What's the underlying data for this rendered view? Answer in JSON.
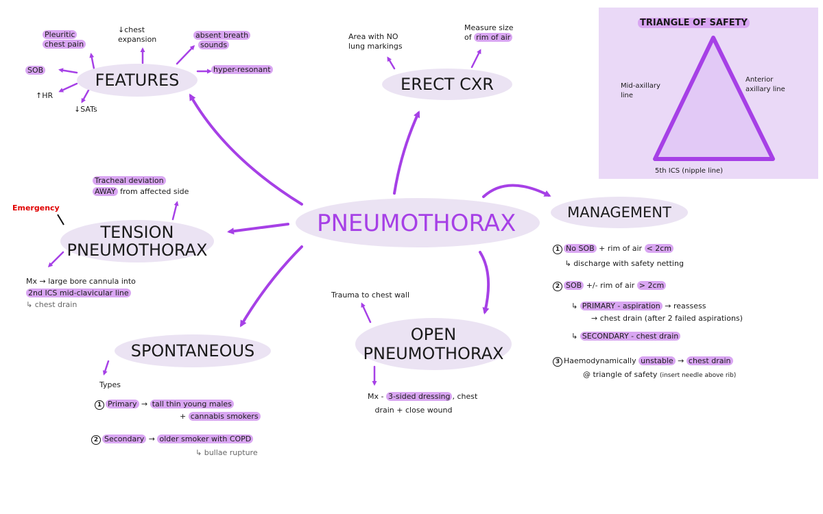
{
  "center": "PNEUMOTHORAX",
  "features": {
    "title": "FEATURES",
    "items": [
      "Pleuritic",
      "chest pain",
      "↓chest",
      "expansion",
      "absent breath",
      "sounds",
      "hyper-resonant",
      "SOB",
      "↑HR",
      "↓SATs"
    ]
  },
  "erect_cxr": {
    "title": "ERECT CXR",
    "left": [
      "Area with NO",
      "lung markings"
    ],
    "right_line1": "Measure size",
    "right_prefix": "of",
    "right_hl": "rim of air"
  },
  "triangle": {
    "title": "TRIANGLE OF SAFETY",
    "left": [
      "Mid-axillary",
      "line"
    ],
    "right": [
      "Anterior",
      "axillary line"
    ],
    "bottom": "5th ICS (nipple line)"
  },
  "tension": {
    "title_1": "TENSION",
    "title_2": "PNEUMOTHORAX",
    "emergency": "Emergency",
    "tracheal": "Tracheal deviation",
    "away_hl": "AWAY",
    "away_rest": "from affected side",
    "mx_1": "Mx → large bore cannula into",
    "mx_2_hl": "2nd ICS mid-clavicular line",
    "mx_3": "↳ chest drain"
  },
  "spontaneous": {
    "title": "SPONTANEOUS",
    "types": "Types",
    "primary_num": "1",
    "primary_hl": "Primary",
    "primary_arrow": "→",
    "primary_desc_hl": "tall thin young males",
    "primary_desc2_prefix": "+",
    "primary_desc2_hl": "cannabis smokers",
    "secondary_num": "2",
    "secondary_hl": "Secondary",
    "secondary_arrow": "→",
    "secondary_desc_hl": "older smoker with COPD",
    "secondary_sub": "↳ bullae rupture"
  },
  "open": {
    "title_1": "OPEN",
    "title_2": "PNEUMOTHORAX",
    "trauma": "Trauma to chest wall",
    "mx_prefix": "Mx -",
    "mx_hl": "3-sided dressing",
    "mx_rest": ", chest",
    "mx_2": "drain + close wound"
  },
  "management": {
    "title": "MANAGEMENT",
    "item1_num": "1",
    "item1_hl1": "No SOB",
    "item1_mid": "+ rim of air",
    "item1_hl2": "< 2cm",
    "item1_sub": "↳ discharge with safety netting",
    "item2_num": "2",
    "item2_hl1": "SOB",
    "item2_mid": "+/- rim of air",
    "item2_hl2": "> 2cm",
    "item2_primary_hl": "PRIMARY - aspiration",
    "item2_primary_rest": "→ reassess",
    "item2_primary_sub": "→ chest drain (after 2 failed aspirations)",
    "item2_secondary_hl": "SECONDARY - chest drain",
    "item3_num": "3",
    "item3_text": "Haemodynamically",
    "item3_hl1": "unstable",
    "item3_arrow": "→",
    "item3_hl2": "chest drain",
    "item3_sub": "@ triangle of safety",
    "item3_note": "(insert needle above rib)"
  },
  "colors": {
    "accent": "#a640e6",
    "highlight": "#d9a6f2",
    "bubble": "#ebe3f3",
    "panel": "#ead9f7",
    "emergency": "#e00000"
  }
}
